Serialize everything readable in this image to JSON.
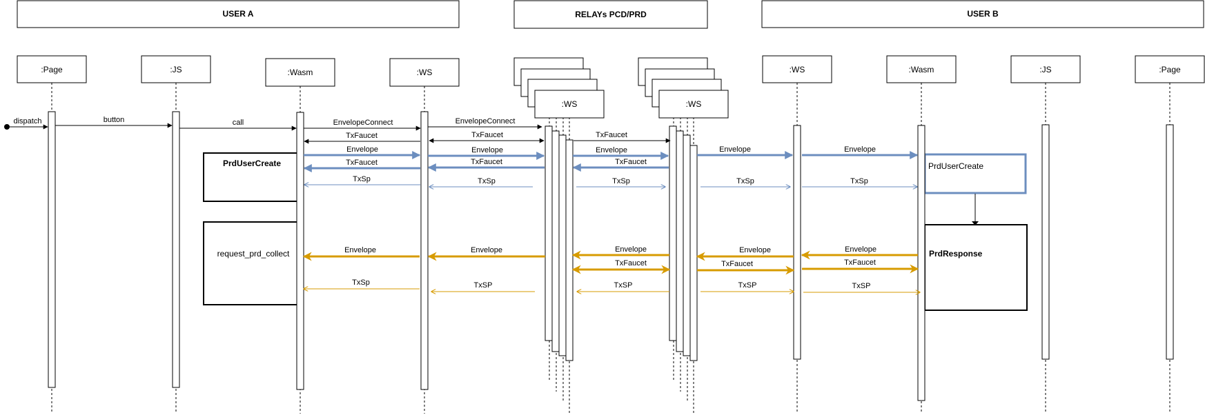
{
  "headers": {
    "user_a": "USER A",
    "relays": "RELAYs PCD/PRD",
    "user_b": "USER B"
  },
  "participants": {
    "a_page": ":Page",
    "a_js": ":JS",
    "a_wasm": ":Wasm",
    "a_ws": ":WS",
    "relay1_ws": ":WS",
    "relay2_ws": ":WS",
    "b_ws": ":WS",
    "b_wasm": ":Wasm",
    "b_js": ":JS",
    "b_page": ":Page"
  },
  "messages": {
    "dispatch": "dispatch",
    "button": "button",
    "call": "call",
    "envelope_connect_1": "EnvelopeConnect",
    "envelope_connect_2": "EnvelopeConnect",
    "txfaucet_1": "TxFaucet",
    "txfaucet_2": "TxFaucet",
    "txfaucet_3": "TxFaucet",
    "blue_envelope_1": "Envelope",
    "blue_envelope_2": "Envelope",
    "blue_envelope_3": "Envelope",
    "blue_envelope_4": "Envelope",
    "blue_envelope_5": "Envelope",
    "blue_txfaucet_1": "TxFaucet",
    "blue_txfaucet_2": "TxFaucet",
    "blue_txfaucet_3": "TxFaucet",
    "blue_txsp_1": "TxSp",
    "blue_txsp_2": "TxSp",
    "blue_txsp_3": "TxSp",
    "blue_txsp_4": "TxSp",
    "blue_txsp_5": "TxSp",
    "or_envelope_1": "Envelope",
    "or_envelope_2": "Envelope",
    "or_envelope_3": "Envelope",
    "or_envelope_4": "Envelope",
    "or_envelope_5": "Envelope",
    "or_txfaucet_1": "TxFaucet",
    "or_txfaucet_2": "TxFaucet",
    "or_txfaucet_3": "TxFaucet",
    "or_txsp_1": "TxSp",
    "or_txsp_2": "TxSP",
    "or_txsp_3": "TxSP",
    "or_txsp_4": "TxSP",
    "or_txsp_5": "TxSP"
  },
  "notes": {
    "a_prd_user_create": "PrdUserCreate",
    "a_request_prd_collect": "request_prd_collect",
    "b_prd_user_create": "PrdUserCreate",
    "b_prd_response": "PrdResponse"
  },
  "colors": {
    "line": "#000000",
    "blue": "#6c8ebf",
    "orange": "#d79b00"
  }
}
